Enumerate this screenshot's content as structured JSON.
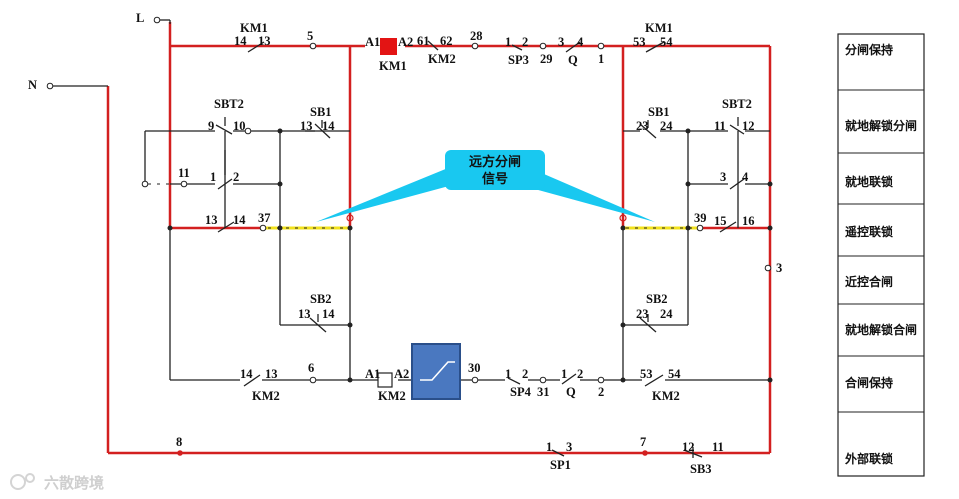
{
  "header": {
    "fragment": ""
  },
  "colors": {
    "red_wire": "#d32020",
    "black_wire": "#222222",
    "yellow_wire": "#f2e21b",
    "callout": "#19c8f0",
    "relay_block": "#4a78c0",
    "km1_coil": "#e31414"
  },
  "terminals": {
    "L": "L",
    "N": "N"
  },
  "top_row": {
    "km1_contact_a": "14",
    "km1_contact_b": "13",
    "km1_name": "KM1",
    "node5": "5",
    "coil_a1": "A1",
    "coil_a2": "A2",
    "coil_name": "KM1",
    "km2_a": "61",
    "km2_b": "62",
    "km2_name": "KM2",
    "node28": "28",
    "sp3_a": "1",
    "sp3_b": "2",
    "sp3_name": "SP3",
    "node29": "29",
    "q_a": "3",
    "q_b": "4",
    "q_name": "Q",
    "node1": "1",
    "km1r_a": "53",
    "km1r_b": "54",
    "km1r_name": "KM1"
  },
  "left_block": {
    "sbt2_name": "SBT2",
    "sbt2_a": "9",
    "sbt2_b": "10",
    "sb1_name": "SB1",
    "sb1_a": "13",
    "sb1_b": "14",
    "node11": "11",
    "sw_a": "1",
    "sw_b": "2",
    "c13": "13",
    "c14": "14",
    "node37": "37",
    "sb2_name": "SB2",
    "sb2_a": "13",
    "sb2_b": "14"
  },
  "right_block": {
    "sb1_name": "SB1",
    "sb1_a": "23",
    "sb1_b": "24",
    "sbt2_name": "SBT2",
    "sbt2_a": "11",
    "sbt2_b": "12",
    "sw_a": "3",
    "sw_b": "4",
    "node39": "39",
    "c15": "15",
    "c16": "16",
    "node3": "3",
    "sb2_name": "SB2",
    "sb2_a": "23",
    "sb2_b": "24"
  },
  "callout": {
    "line1": "远方分闸",
    "line2": "信号"
  },
  "bottom_row": {
    "km2_a": "14",
    "km2_b": "13",
    "km2_name": "KM2",
    "node6": "6",
    "coil_a1": "A1",
    "coil_a2": "A2",
    "coil_name": "KM2",
    "node30": "30",
    "sp4_a": "1",
    "sp4_b": "2",
    "sp4_name": "SP4",
    "node31": "31",
    "q_a": "1",
    "q_b": "2",
    "q_name": "Q",
    "node2": "2",
    "km2r_a": "53",
    "km2r_b": "54",
    "km2r_name": "KM2"
  },
  "n_row": {
    "node8": "8",
    "sp1_a": "1",
    "sp1_b": "3",
    "sp1_name": "SP1",
    "node7": "7",
    "sb3_a": "12",
    "sb3_b": "11",
    "sb3_name": "SB3"
  },
  "legend": [
    "分闸保持",
    "就地解锁分闸",
    "就地联锁",
    "遥控联锁",
    "近控合闸",
    "就地解锁合闸",
    "合闸保持",
    "外部联锁"
  ],
  "watermark": "六散跨境"
}
